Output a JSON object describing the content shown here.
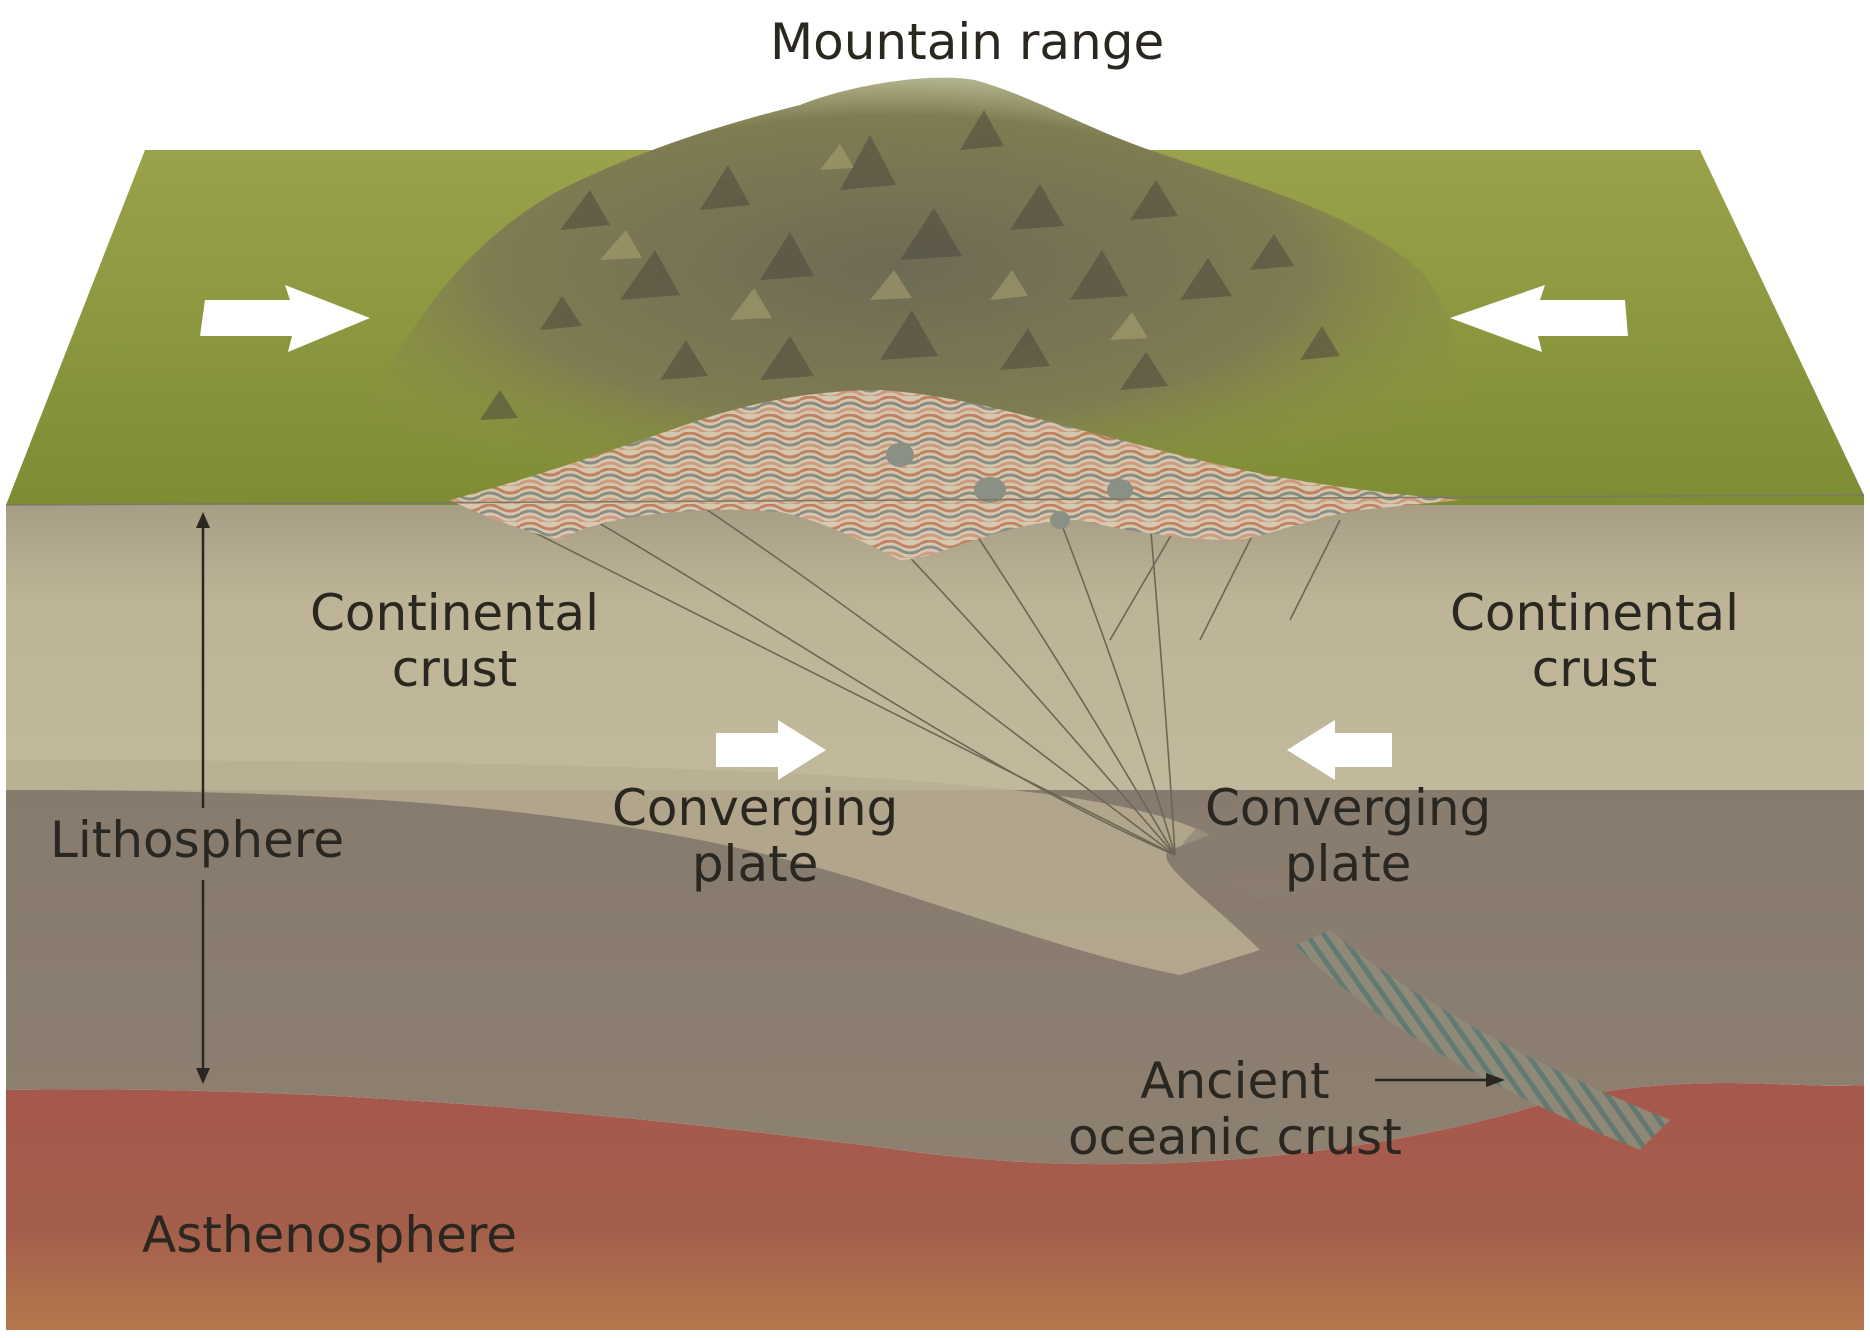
{
  "labels": {
    "mountain_range": "Mountain range",
    "continental_crust_left": [
      "Continental",
      "crust"
    ],
    "continental_crust_right": [
      "Continental",
      "crust"
    ],
    "converging_plate_left": [
      "Converging",
      "plate"
    ],
    "converging_plate_right": [
      "Converging",
      "plate"
    ],
    "lithosphere": "Lithosphere",
    "asthenosphere": "Asthenosphere",
    "ancient_oceanic_crust": [
      "Ancient",
      "oceanic crust"
    ]
  },
  "colors": {
    "surface_green": "#8e9a3c",
    "rock_gray": "#6b6553",
    "crust_tan": "#bcb396",
    "lithosphere_mantle": "#8a7d70",
    "asthenosphere_red": "#a04c44",
    "arrow": "#ffffff",
    "text": "#2a2620"
  }
}
